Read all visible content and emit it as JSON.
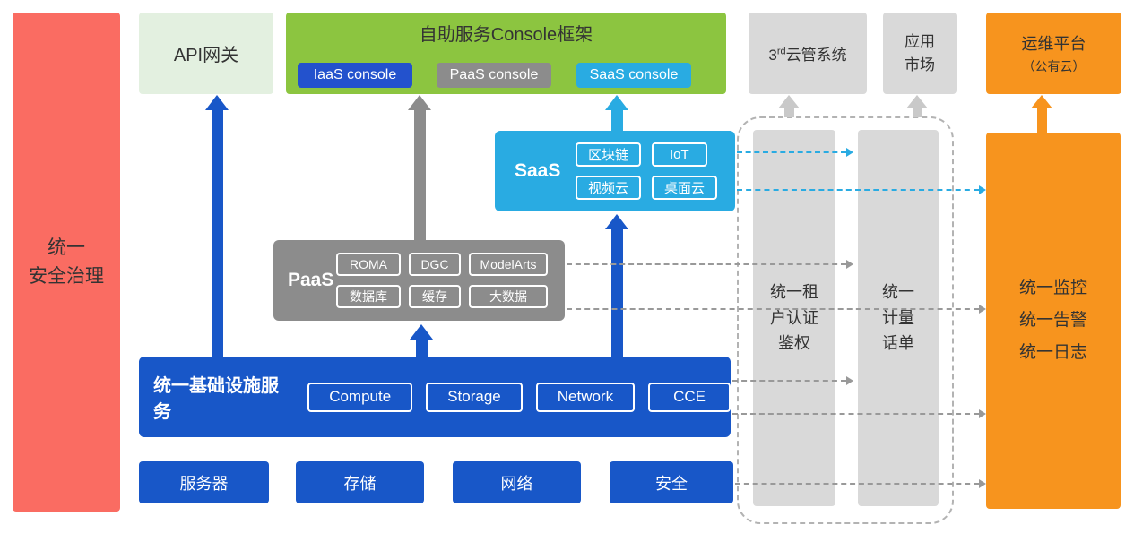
{
  "palette": {
    "red": "#FA6C62",
    "light_green": "#E3F0E0",
    "green": "#8CC540",
    "blue": "#1857C8",
    "cyan": "#29ABE2",
    "gray": "#8C8C8C",
    "light_gray": "#D9D9D9",
    "orange": "#F7941E"
  },
  "security_bar": {
    "label": "统一\n安全治理"
  },
  "api_gateway": {
    "label": "API网关"
  },
  "console": {
    "title": "自助服务Console框架",
    "buttons": [
      {
        "label": "IaaS console"
      },
      {
        "label": "PaaS console"
      },
      {
        "label": "SaaS console"
      }
    ]
  },
  "third_cloud": {
    "prefix": "3",
    "sup": "rd",
    "suffix": "云管系统"
  },
  "app_market": {
    "label": "应用\n市场"
  },
  "om_platform": {
    "line1": "运维平台",
    "line2": "（公有云）"
  },
  "saas": {
    "label": "SaaS",
    "chips": [
      "区块链",
      "IoT",
      "视频云",
      "桌面云"
    ]
  },
  "paas": {
    "label": "PaaS",
    "chips": [
      "ROMA",
      "DGC",
      "ModelArts",
      "数据库",
      "缓存",
      "大数据"
    ]
  },
  "iaas": {
    "label": "统一基础设施服务",
    "chips": [
      "Compute",
      "Storage",
      "Network",
      "CCE"
    ]
  },
  "hardware": [
    "服务器",
    "存储",
    "网络",
    "安全"
  ],
  "auth_bar": {
    "label": "统一租\n户认证\n鉴权"
  },
  "metering_bar": {
    "label": "统一\n计量\n话单"
  },
  "monitor_box": {
    "label": "统一监控\n统一告警\n统一日志"
  }
}
